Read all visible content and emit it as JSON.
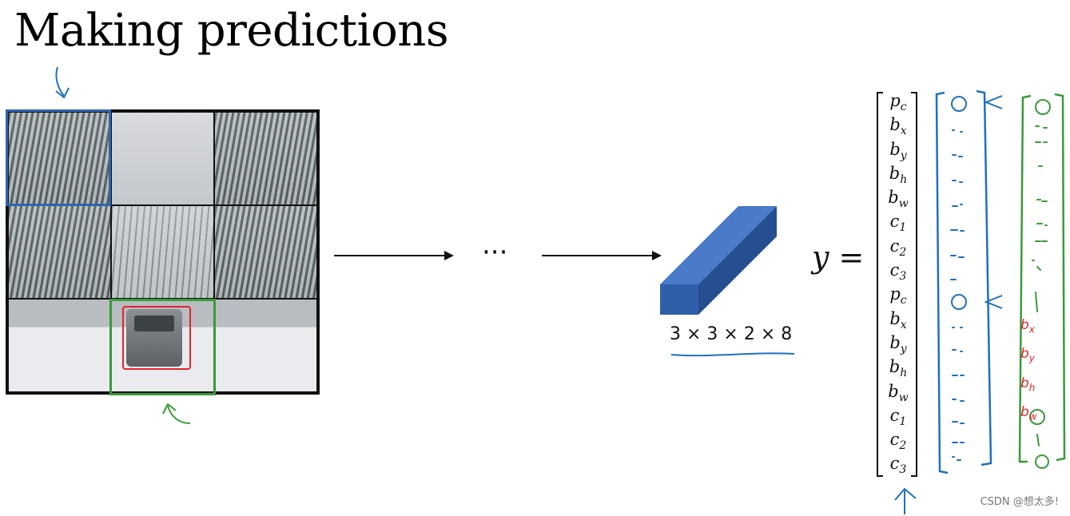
{
  "title": "Making predictions",
  "ellipsis": "···",
  "tensor_shape": "3 × 3 × 2 × 8",
  "y_label": "y =",
  "vector": [
    {
      "base": "p",
      "sub": "c"
    },
    {
      "base": "b",
      "sub": "x"
    },
    {
      "base": "b",
      "sub": "y"
    },
    {
      "base": "b",
      "sub": "h"
    },
    {
      "base": "b",
      "sub": "w"
    },
    {
      "base": "c",
      "sub": "1"
    },
    {
      "base": "c",
      "sub": "2"
    },
    {
      "base": "c",
      "sub": "3"
    },
    {
      "base": "p",
      "sub": "c"
    },
    {
      "base": "b",
      "sub": "x"
    },
    {
      "base": "b",
      "sub": "y"
    },
    {
      "base": "b",
      "sub": "h"
    },
    {
      "base": "b",
      "sub": "w"
    },
    {
      "base": "c",
      "sub": "1"
    },
    {
      "base": "c",
      "sub": "2"
    },
    {
      "base": "c",
      "sub": "3"
    }
  ],
  "red_labels": [
    "b",
    "b",
    "b",
    "b"
  ],
  "red_subs": [
    "x",
    "y",
    "h",
    "w"
  ],
  "watermark": "CSDN @想太多!",
  "colors": {
    "blue": "#1f6fbf",
    "green": "#3a9a3a",
    "red": "#e0242b",
    "tensor_front": "#2e5fa8",
    "tensor_top": "#4a7ac8",
    "tensor_side": "#254f90"
  }
}
